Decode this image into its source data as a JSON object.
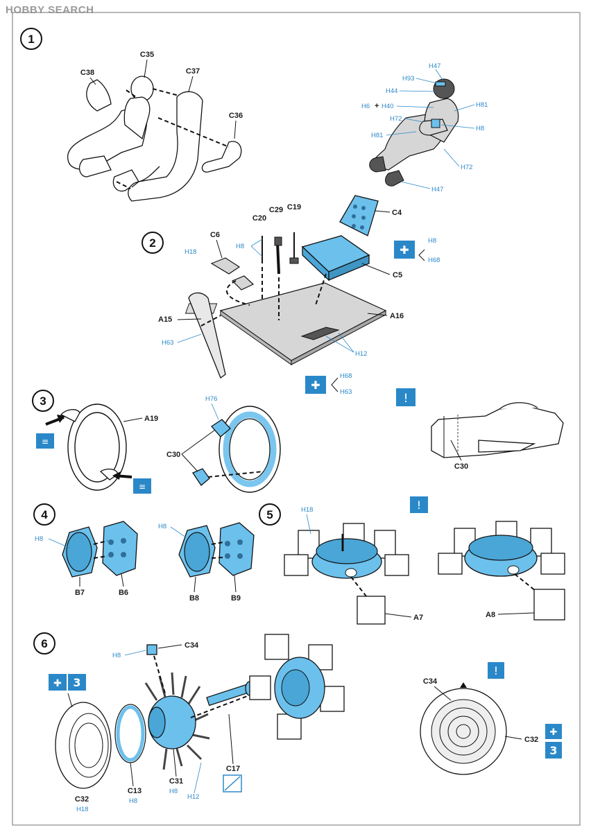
{
  "watermark": {
    "text": "HOBBY SEARCH"
  },
  "colors": {
    "accent_blue": "#6cc0ec",
    "paint_code": "#2a88c8",
    "line": "#111111"
  },
  "steps": [
    {
      "number": "1",
      "parts": {
        "c35": "C35",
        "c37": "C37",
        "c38": "C38",
        "c36": "C36"
      },
      "paint": {
        "h47a": "H47",
        "h93": "H93",
        "h44": "H44",
        "h6": "H6",
        "plus": "+",
        "h40": "H40",
        "h81": "H81",
        "h72a": "H72",
        "h8": "H8",
        "h81b": "H81",
        "h72b": "H72",
        "h47b": "H47"
      }
    },
    {
      "number": "2",
      "parts": {
        "c6": "C6",
        "c20": "C20",
        "c29": "C29",
        "c19": "C19",
        "c4": "C4",
        "c5": "C5",
        "a15": "A15",
        "a16": "A16"
      },
      "paint": {
        "h18": "H18",
        "h8": "H8",
        "h8b": "H8",
        "h68": "H68",
        "h63": "H63",
        "h12": "H12",
        "h68b": "H68",
        "h63b": "H63"
      }
    },
    {
      "number": "3",
      "parts": {
        "a19": "A19",
        "c30": "C30",
        "c30b": "C30"
      },
      "paint": {
        "h76": "H76"
      }
    },
    {
      "number": "4",
      "parts": {
        "b7": "B7",
        "b6": "B6",
        "b8": "B8",
        "b9": "B9"
      },
      "paint": {
        "h8a": "H8",
        "h8b": "H8"
      }
    },
    {
      "number": "5",
      "parts": {
        "a7": "A7",
        "a8": "A8"
      },
      "paint": {
        "h18": "H18"
      }
    },
    {
      "number": "6",
      "parts": {
        "c34": "C34",
        "c32": "C32",
        "c13": "C13",
        "c31": "C31",
        "c17": "C17",
        "c34b": "C34",
        "c32b": "C32"
      },
      "paint": {
        "h8a": "H8",
        "h18": "H18",
        "h8b": "H8",
        "h8c": "H8",
        "h12": "H12"
      },
      "ref_step": "3"
    }
  ]
}
